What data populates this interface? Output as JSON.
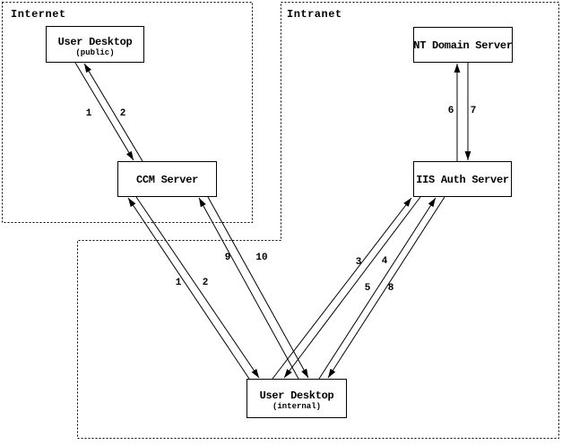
{
  "diagram": {
    "colors": {
      "ink": "#000000",
      "background": "#ffffff"
    },
    "zones": [
      {
        "label": "Internet"
      },
      {
        "label": "Intranet"
      }
    ],
    "nodes": [
      {
        "title": "User Desktop",
        "subtitle": "(public)",
        "zone": "Internet"
      },
      {
        "title": "NT Domain Server",
        "zone": "Intranet"
      },
      {
        "title": "CCM Server",
        "zone": "Internet"
      },
      {
        "title": "IIS Auth Server",
        "zone": "Intranet"
      },
      {
        "title": "User Desktop",
        "subtitle": "(internal)",
        "zone": "Intranet"
      }
    ],
    "arrows": [
      {
        "label": "1",
        "from": "User Desktop (public)",
        "to": "CCM Server"
      },
      {
        "label": "2",
        "from": "CCM Server",
        "to": "User Desktop (public)"
      },
      {
        "label": "1",
        "from": "User Desktop (internal)",
        "to": "CCM Server"
      },
      {
        "label": "2",
        "from": "CCM Server",
        "to": "User Desktop (internal)"
      },
      {
        "label": "9",
        "from": "User Desktop (internal)",
        "to": "CCM Server"
      },
      {
        "label": "10",
        "from": "CCM Server",
        "to": "User Desktop (internal)"
      },
      {
        "label": "3",
        "from": "User Desktop (internal)",
        "to": "IIS Auth Server"
      },
      {
        "label": "4",
        "from": "IIS Auth Server",
        "to": "User Desktop (internal)"
      },
      {
        "label": "5",
        "from": "User Desktop (internal)",
        "to": "IIS Auth Server"
      },
      {
        "label": "8",
        "from": "IIS Auth Server",
        "to": "User Desktop (internal)"
      },
      {
        "label": "6",
        "from": "IIS Auth Server",
        "to": "NT Domain Server"
      },
      {
        "label": "7",
        "from": "NT Domain Server",
        "to": "IIS Auth Server"
      }
    ]
  }
}
